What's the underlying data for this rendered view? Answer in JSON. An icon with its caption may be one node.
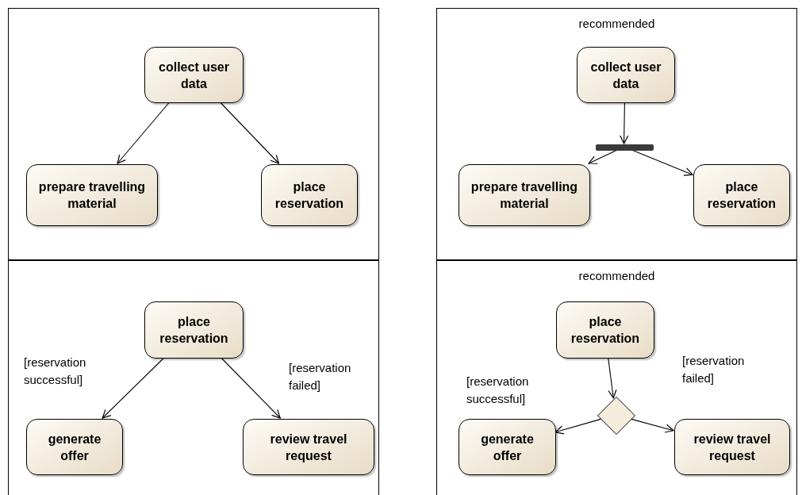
{
  "diagram": {
    "nodes": [
      {
        "text": [],
        "shape": "box"
      },
      {
        "text": [
          "collect user data"
        ],
        "in": 0
      },
      {
        "text": [
          "prepare travelling material"
        ],
        "in": 0
      },
      {
        "text": [
          "place reservation"
        ],
        "in": 0
      },
      {
        "text": [
          "recommended"
        ]
      },
      {
        "text": [
          "collect user data"
        ],
        "in": 4
      },
      {
        "text": [],
        "shape": "bar",
        "in": 4
      },
      {
        "text": [
          "prepare travelling material"
        ],
        "in": 4
      },
      {
        "text": [
          "place reservation"
        ],
        "in": 4
      },
      {
        "text": [],
        "shape": "box"
      },
      {
        "text": [
          "place reservation"
        ],
        "in": 9
      },
      {
        "text": [
          "generate offer"
        ],
        "in": 9
      },
      {
        "text": [
          "review travel request"
        ],
        "in": 9
      },
      {
        "text": [
          "recommended"
        ]
      },
      {
        "text": [
          "place reservation"
        ],
        "in": 13
      },
      {
        "text": [],
        "shape": "diamond",
        "in": 13
      },
      {
        "text": [
          "generate offer"
        ],
        "in": 13
      },
      {
        "text": [
          "review travel request"
        ],
        "in": 13
      }
    ],
    "edges": [
      {
        "from": 1,
        "to": 2,
        "arrow": "to"
      },
      {
        "from": 1,
        "to": 3,
        "arrow": "to"
      },
      {
        "from": 5,
        "to": 6,
        "arrow": "to"
      },
      {
        "from": 6,
        "to": 7,
        "arrow": "to"
      },
      {
        "from": 6,
        "to": 8,
        "arrow": "to"
      },
      {
        "from": 10,
        "to": 11,
        "arrow": "to",
        "label": "[reservation successful]"
      },
      {
        "from": 10,
        "to": 12,
        "arrow": "to",
        "label": "[reservation failed]"
      },
      {
        "from": 14,
        "to": 15,
        "arrow": "to"
      },
      {
        "from": 15,
        "to": 16,
        "arrow": "to",
        "label": "[reservation successful]"
      },
      {
        "from": 15,
        "to": 17,
        "arrow": "to",
        "label": "[reservation failed]"
      }
    ]
  }
}
